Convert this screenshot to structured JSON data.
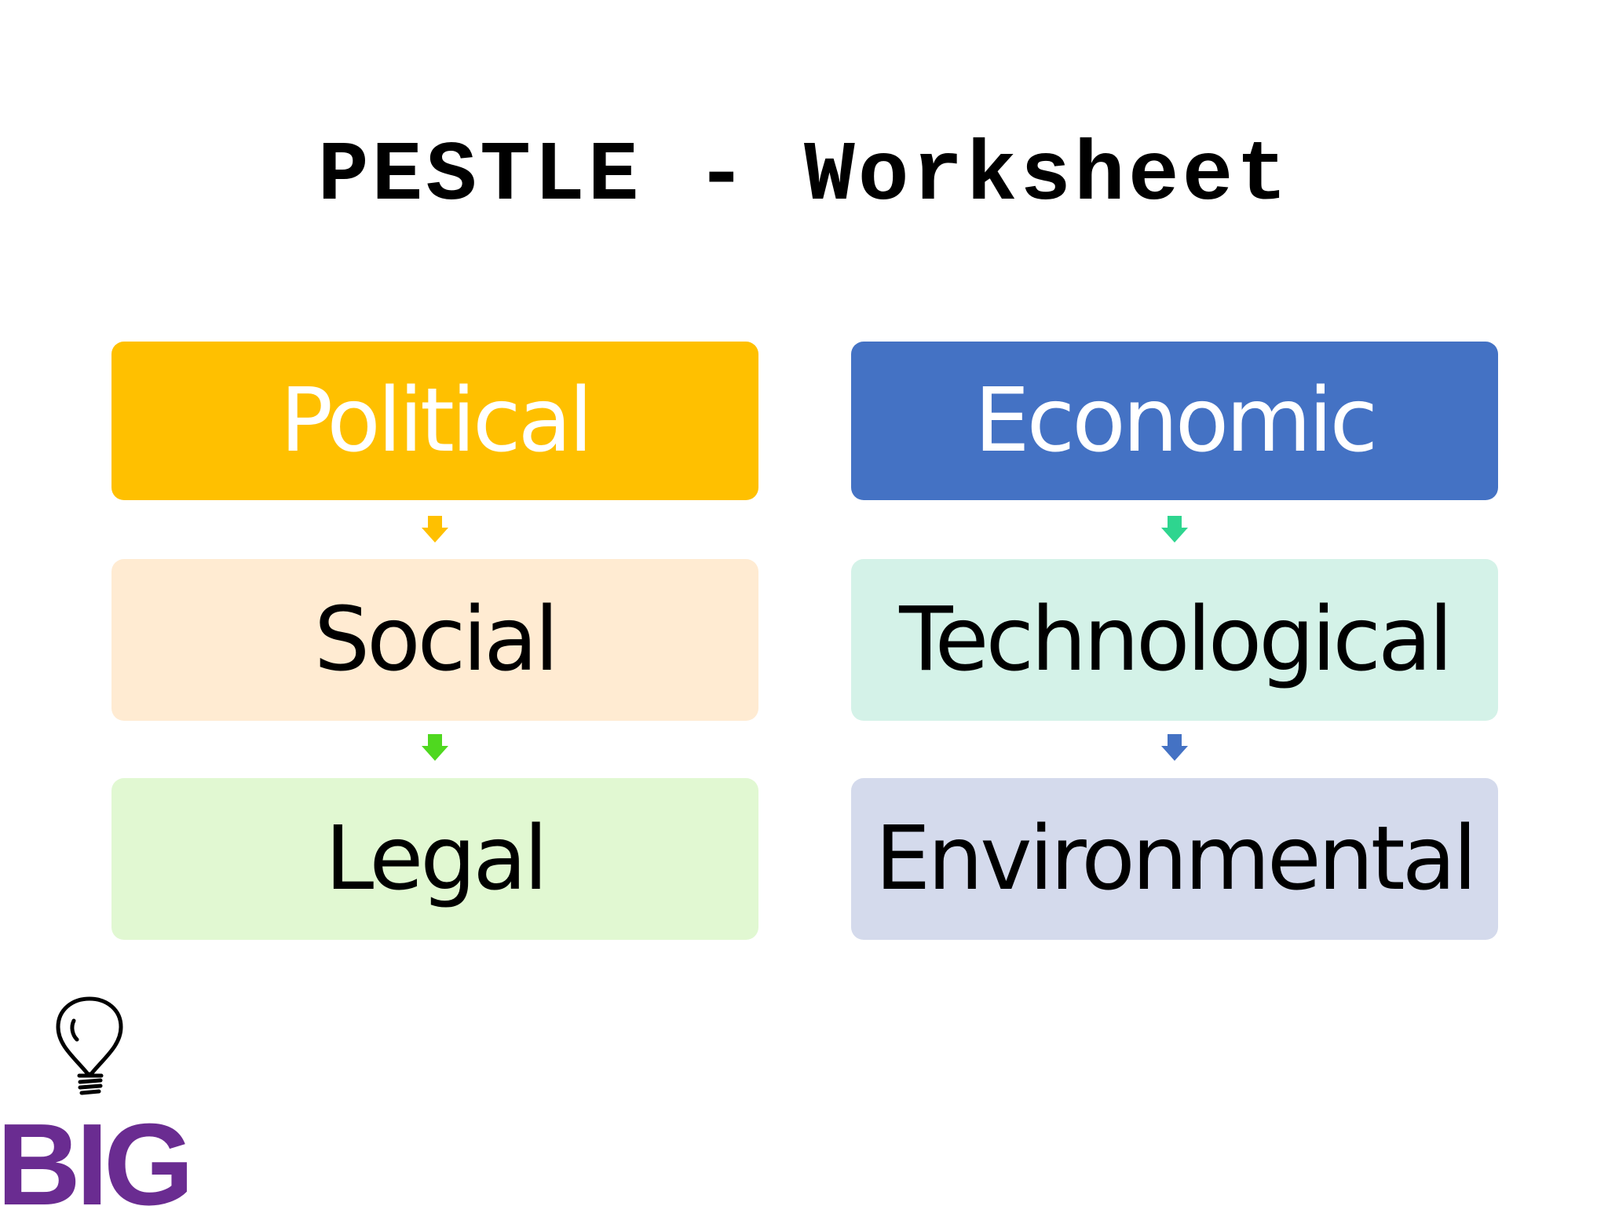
{
  "title": "PESTLE - Worksheet",
  "boxes": {
    "political": {
      "label": "Political",
      "fill": "#FFC000",
      "text_color": "#FFFFFF"
    },
    "economic": {
      "label": "Economic",
      "fill": "#4472C4",
      "text_color": "#FFFFFF"
    },
    "social": {
      "label": "Social",
      "fill": "#FFEBD2",
      "text_color": "#000000"
    },
    "technological": {
      "label": "Technological",
      "fill": "#D4F2E8",
      "text_color": "#000000"
    },
    "legal": {
      "label": "Legal",
      "fill": "#E1F8D2",
      "text_color": "#000000"
    },
    "environmental": {
      "label": "Environmental",
      "fill": "#D4DAEC",
      "text_color": "#000000"
    }
  },
  "arrows": {
    "political_to_social": {
      "color": "#FFC000"
    },
    "social_to_legal": {
      "color": "#4FD81F"
    },
    "economic_to_technological": {
      "color": "#2ED58F"
    },
    "technological_to_environmental": {
      "color": "#4472C4"
    }
  },
  "logo": {
    "text": "BIG",
    "color": "#6A2C91",
    "icon": "lightbulb-icon"
  }
}
